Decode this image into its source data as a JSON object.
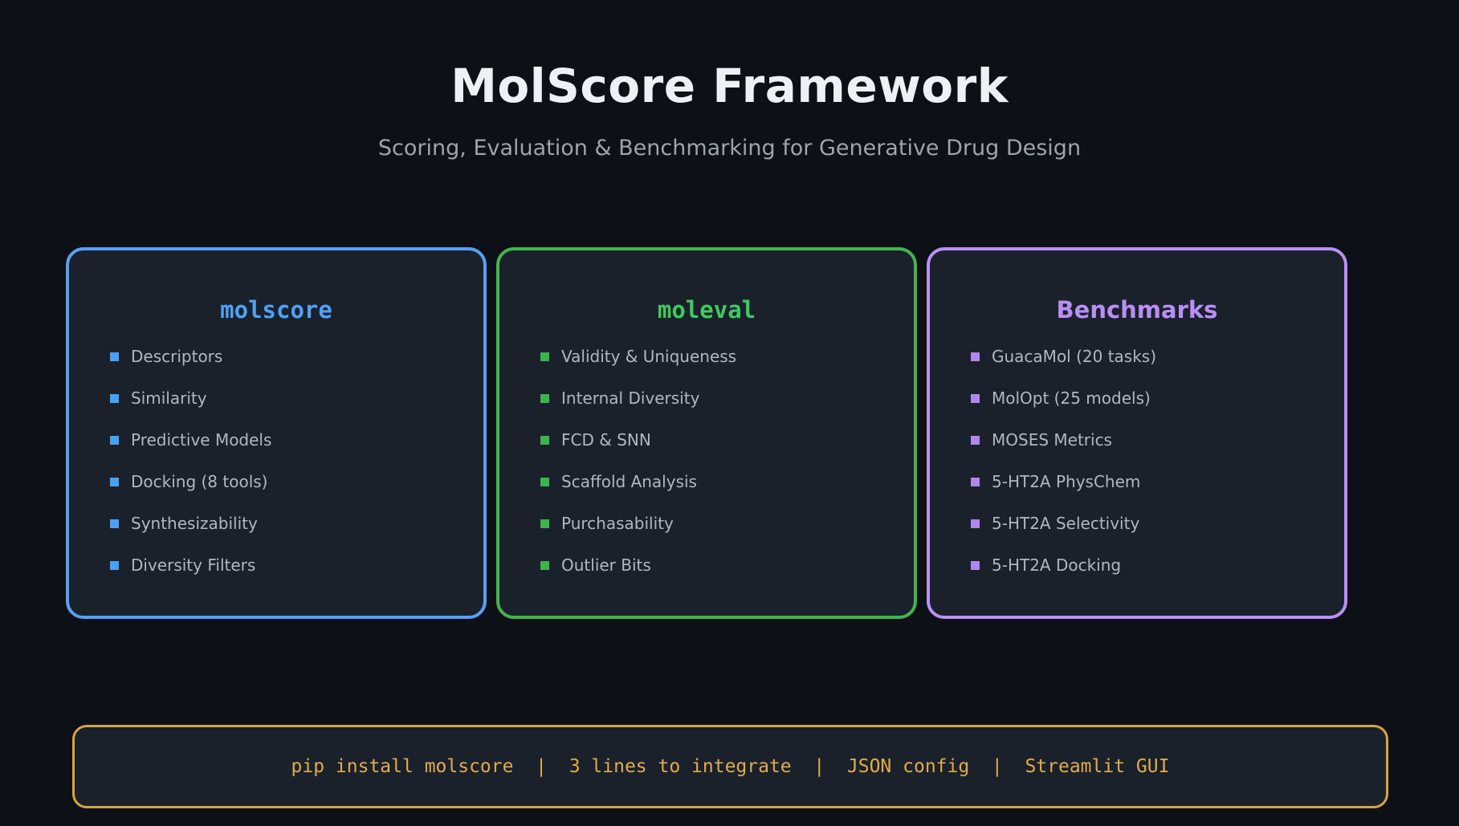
{
  "page": {
    "title": "MolScore Framework",
    "subtitle": "Scoring, Evaluation & Benchmarking for Generative Drug Design"
  },
  "colors": {
    "background": "#0d1016",
    "card_background": "#1a212b",
    "heading_text": "#edf0f4",
    "subtitle_text": "#9ca4ad",
    "item_text": "#b0b7bf",
    "molscore_accent": "#57a0f2",
    "moleval_accent": "#3ec95f",
    "benchmarks_accent": "#bb90f5",
    "footer_accent": "#d9a33f"
  },
  "cards": [
    {
      "title": "molscore",
      "accent": "#57a0f2",
      "items": [
        "Descriptors",
        "Similarity",
        "Predictive Models",
        "Docking (8 tools)",
        "Synthesizability",
        "Diversity Filters"
      ]
    },
    {
      "title": "moleval",
      "accent": "#3ec95f",
      "items": [
        "Validity & Uniqueness",
        "Internal Diversity",
        "FCD & SNN",
        "Scaffold Analysis",
        "Purchasability",
        "Outlier Bits"
      ]
    },
    {
      "title": "Benchmarks",
      "accent": "#bb90f5",
      "items": [
        "GuacaMol (20 tasks)",
        "MolOpt (25 models)",
        "MOSES Metrics",
        "5-HT2A PhysChem",
        "5-HT2A Selectivity",
        "5-HT2A Docking"
      ]
    }
  ],
  "footer": {
    "text": "pip install molscore  |  3 lines to integrate  |  JSON config  |  Streamlit GUI"
  }
}
